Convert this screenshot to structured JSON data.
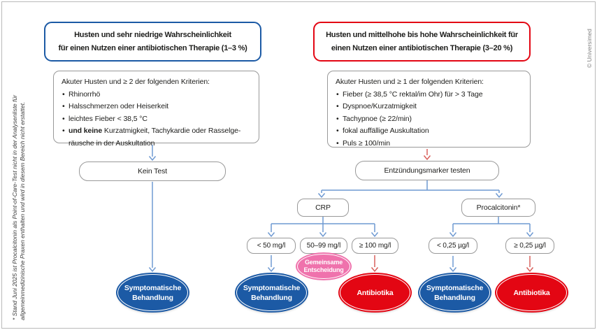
{
  "figure": {
    "credit": "© Universimed",
    "footnote_line1": "* Stand Juni 2025 ist Procalcitonin als Point-of-Care-Test nicht in der Analysenliste für",
    "footnote_line2": "allgemeinmedizinische Praxen enthalten und wird in diesem Bereich nicht erstattet."
  },
  "colors": {
    "blue": "#1c5aa5",
    "red": "#e30613",
    "pink": "#ef72ac",
    "connector_blue": "#6f9ad2",
    "connector_red": "#d9605c"
  },
  "left_branch": {
    "header_line1": "Husten und sehr niedrige Wahrscheinlichkeit",
    "header_line2": "für einen Nutzen einer antibiotischen Therapie (1–3 %)",
    "criteria_intro": "Akuter Husten und ≥ 2 der folgenden Kriterien:",
    "bullet1": "Rhinorrhö",
    "bullet2": "Halsschmerzen oder Heiserkeit",
    "bullet3": "leichtes Fieber < 38,5 °C",
    "bullet4_bold": "und keine",
    "bullet4_rest": " Kurzatmigkeit, Tachykardie oder Rasselge­räusche in der Auskultation",
    "action": "Kein Test"
  },
  "right_branch": {
    "header_line1": "Husten und mittelhohe bis hohe Wahrscheinlichkeit für",
    "header_line2": "einen Nutzen einer antibiotischen Therapie (3–20 %)",
    "criteria_intro": "Akuter Husten und ≥ 1 der folgenden Kriterien:",
    "bullet1": "Fieber (≥ 38,5 °C rektal/im Ohr) für > 3 Tage",
    "bullet2": "Dyspnoe/Kurzatmigkeit",
    "bullet3": "Tachypnoe (≥ 22/min)",
    "bullet4": "fokal auffällige Auskultation",
    "bullet5": "Puls ≥ 100/min",
    "action": "Entzündungsmarker testen",
    "marker_crp": "CRP",
    "marker_pct": "Procalcitonin*",
    "crp_low": "< 50 mg/l",
    "crp_mid": "50–99 mg/l",
    "crp_high": "≥ 100 mg/l",
    "pct_low": "< 0,25 µg/l",
    "pct_high": "≥ 0,25 µg/l"
  },
  "outcomes": {
    "symptomatic_line1": "Symptomatische",
    "symptomatic_line2": "Behandlung",
    "antibiotics": "Antibiotika",
    "shared_line1": "Gemeinsame",
    "shared_line2": "Entscheidung"
  }
}
